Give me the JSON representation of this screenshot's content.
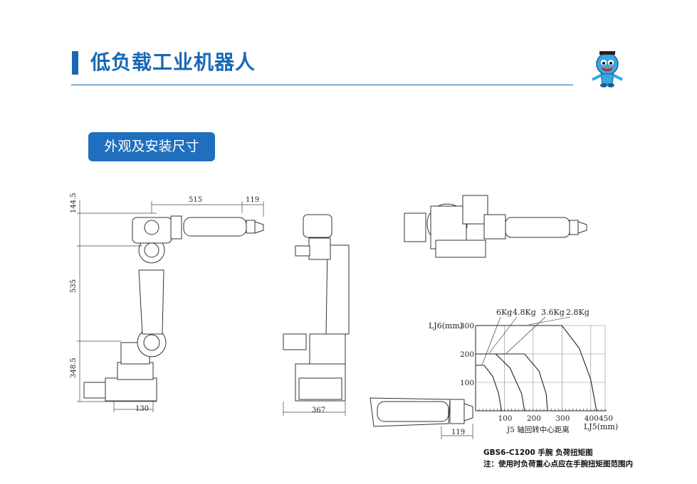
{
  "header": {
    "title": "低负载工业机器人",
    "section_label": "外观及安装尺寸"
  },
  "dimensions": {
    "top_515": "515",
    "top_119": "119",
    "left_144_5": "144.5",
    "left_535": "535",
    "left_348_5": "348.5",
    "bottom_130": "130",
    "bottom_367": "367",
    "wrist_119": "119"
  },
  "chart_data": {
    "type": "line",
    "xlabel": "J5 轴回转中心距离",
    "xunit": "LJ5(mm)",
    "ylabel": "LJ6(mm)",
    "x_ticks": [
      "100",
      "200",
      "300",
      "400",
      "450"
    ],
    "y_ticks": [
      "100",
      "200",
      "300"
    ],
    "xlim": [
      0,
      450
    ],
    "ylim": [
      0,
      300
    ],
    "grid": true,
    "series": [
      {
        "name": "6Kg",
        "points": [
          [
            0,
            160
          ],
          [
            30,
            160
          ],
          [
            60,
            120
          ],
          [
            80,
            60
          ],
          [
            90,
            0
          ]
        ]
      },
      {
        "name": "4.8Kg",
        "points": [
          [
            0,
            200
          ],
          [
            70,
            200
          ],
          [
            120,
            150
          ],
          [
            160,
            60
          ],
          [
            170,
            0
          ]
        ]
      },
      {
        "name": "3.6Kg",
        "points": [
          [
            0,
            200
          ],
          [
            170,
            200
          ],
          [
            220,
            140
          ],
          [
            245,
            60
          ],
          [
            250,
            0
          ]
        ]
      },
      {
        "name": "2.8Kg",
        "points": [
          [
            0,
            300
          ],
          [
            300,
            300
          ],
          [
            360,
            220
          ],
          [
            400,
            110
          ],
          [
            420,
            0
          ]
        ]
      }
    ]
  },
  "captions": {
    "line1": "GBS6-C1200 手腕  负荷扭矩图",
    "line2": "注：使用时负荷重心点应在手腕扭矩图范围内"
  }
}
